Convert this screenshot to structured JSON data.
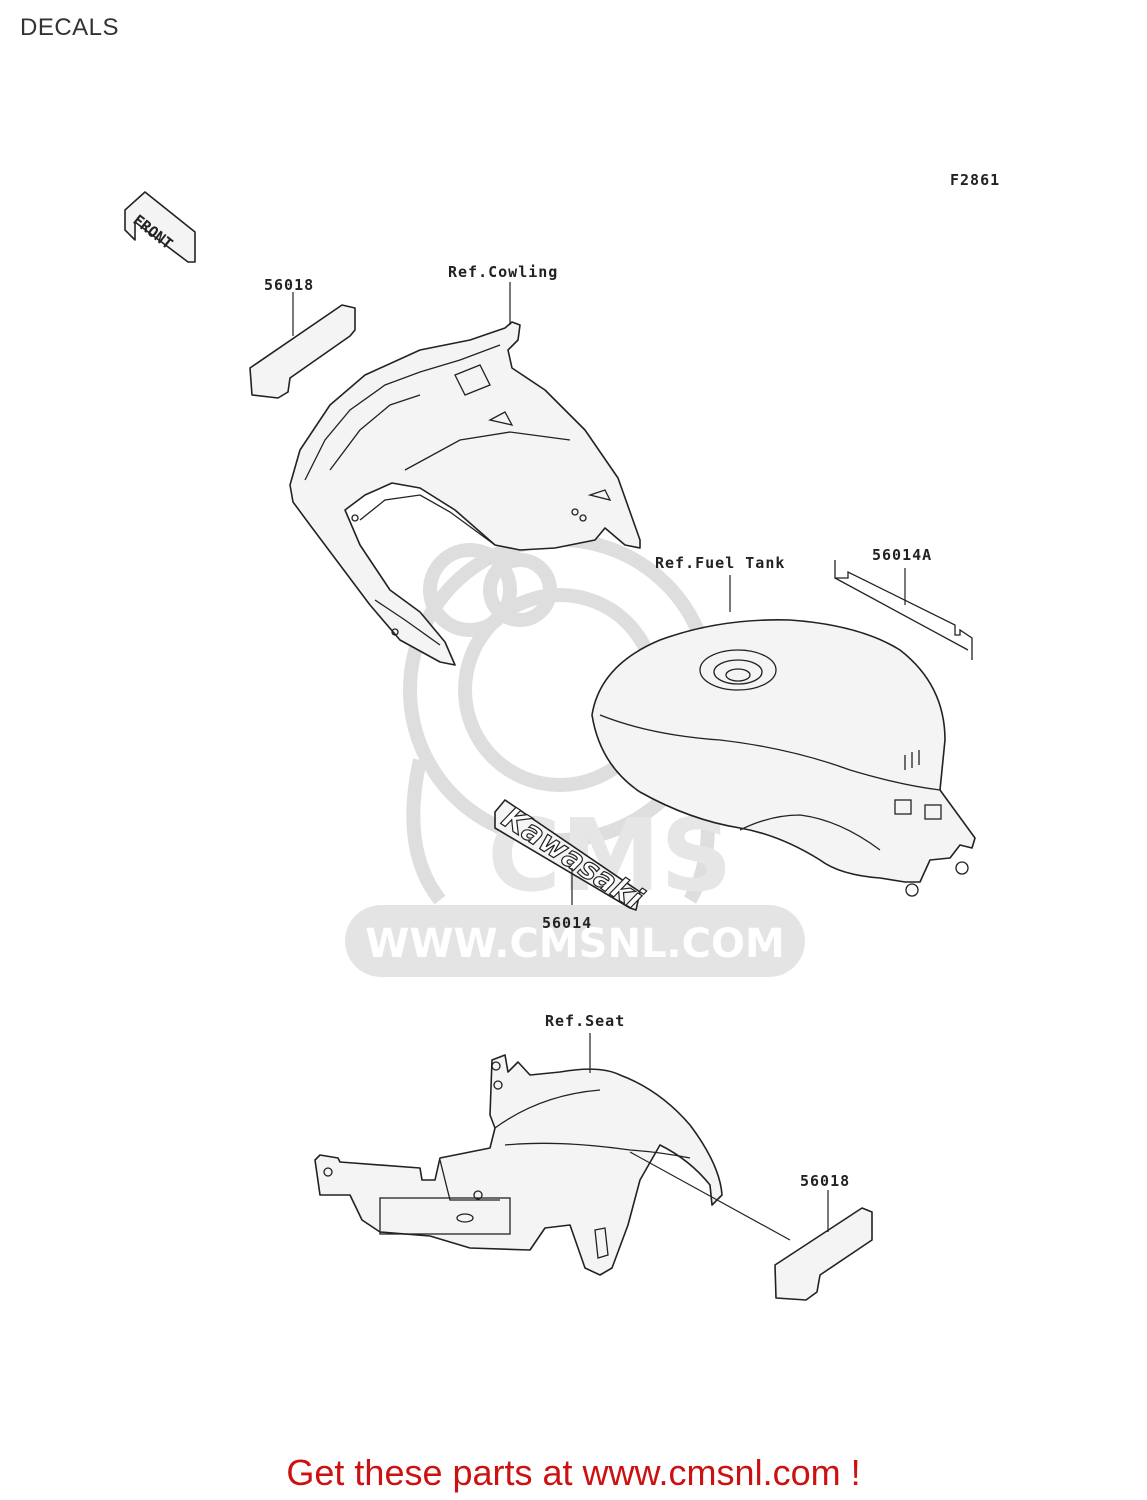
{
  "page": {
    "title": "DECALS",
    "footer_link": "Get these parts at www.cmsnl.com !"
  },
  "diagram": {
    "figure_code": "F2861",
    "direction_label": "FRONT",
    "watermark_text": "WWW.CMSNL.COM",
    "watermark_logo": "CMS",
    "ref_labels": {
      "cowling": "Ref.Cowling",
      "fuel_tank": "Ref.Fuel Tank",
      "seat": "Ref.Seat"
    },
    "parts": {
      "decal_top": "56018",
      "decal_tank_strip": "56014A",
      "decal_kawasaki": "56014",
      "decal_seat": "56018"
    },
    "kawasaki_logo_text": "Kawasaki"
  }
}
